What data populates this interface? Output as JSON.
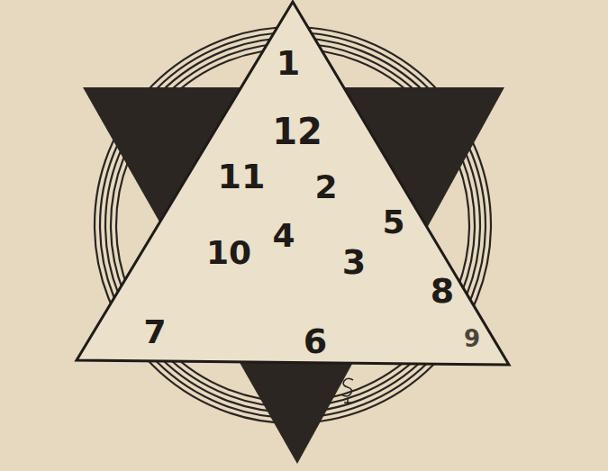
{
  "diagram": {
    "labels": [
      "1",
      "12",
      "11",
      "2",
      "5",
      "4",
      "10",
      "3",
      "8",
      "7",
      "6",
      "9"
    ]
  }
}
